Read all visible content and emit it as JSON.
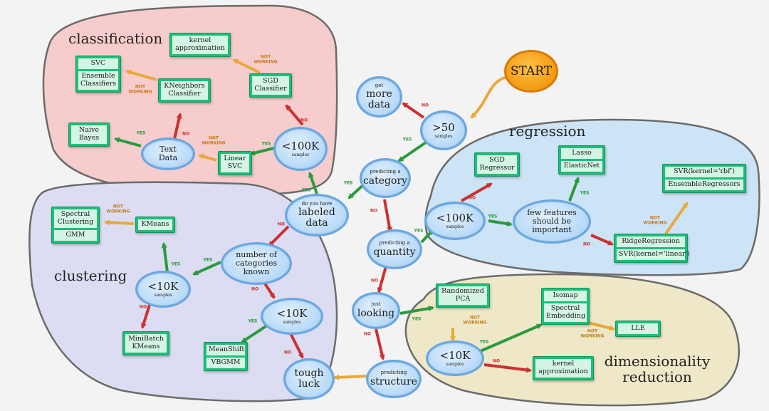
{
  "regions": {
    "classification": "classification",
    "clustering": "clustering",
    "regression": "regression",
    "dimensionality_reduction": "dimensionality reduction"
  },
  "nodes": {
    "start": "START",
    "more_data": {
      "small": "get",
      "text": "more\ndata"
    },
    "gt50": {
      "text": ">50",
      "sub": "samples"
    },
    "predicting_category": {
      "small": "predicting a",
      "text": "category"
    },
    "labeled_data": {
      "small": "do you have",
      "text": "labeled\ndata"
    },
    "predicting_quantity": {
      "small": "predicting a",
      "text": "quantity"
    },
    "just_looking": {
      "small": "just",
      "text": "looking"
    },
    "predicting_structure": {
      "small": "predicting",
      "text": "structure"
    },
    "tough_luck": {
      "text": "tough\nluck"
    },
    "cls_lt100k": {
      "text": "<100K",
      "sub": "samples"
    },
    "text_data": {
      "text": "Text\nData"
    },
    "num_categories": {
      "text": "number of\ncategories\nknown"
    },
    "clu_lt10k_left": {
      "text": "<10K",
      "sub": "samples"
    },
    "clu_lt10k_right": {
      "text": "<10K",
      "sub": "samples"
    },
    "reg_lt100k": {
      "text": "<100K",
      "sub": "samples"
    },
    "few_features": {
      "text": "few features\nshould be\nimportant"
    },
    "dim_lt10k": {
      "text": "<10K",
      "sub": "samples"
    }
  },
  "estimators": {
    "svc_ensemble": [
      "SVC",
      "Ensemble\nClassifiers"
    ],
    "kernel_approx_cls": [
      "kernel\napproximation"
    ],
    "kneighbors": [
      "KNeighbors\nClassifier"
    ],
    "sgd_classifier": [
      "SGD\nClassifier"
    ],
    "naive_bayes": [
      "Naive\nBayes"
    ],
    "linear_svc": [
      "Linear\nSVC"
    ],
    "spectral_gmm": [
      "Spectral\nClustering",
      "GMM"
    ],
    "kmeans": [
      "KMeans"
    ],
    "minibatch_kmeans": [
      "MiniBatch\nKMeans"
    ],
    "meanshift_vbgmm": [
      "MeanShift",
      "VBGMM"
    ],
    "sgd_regressor": [
      "SGD\nRegressor"
    ],
    "lasso_elasticnet": [
      "Lasso",
      "ElasticNet"
    ],
    "svr_ensemble": [
      "SVR(kernel='rbf')",
      "EnsembleRegressors"
    ],
    "ridge_svr_linear": [
      "RidgeRegression",
      "SVR(kernel='linear')"
    ],
    "randomized_pca": [
      "Randomized\nPCA"
    ],
    "isomap_spectral": [
      "Isomap",
      "Spectral\nEmbedding"
    ],
    "lle": [
      "LLE"
    ],
    "kernel_approx_dim": [
      "kernel\napproximation"
    ]
  },
  "edge_labels": {
    "yes": "YES",
    "no": "NO",
    "not_working": "NOT\nWORKING"
  },
  "colors": {
    "classification_fill": "#f7cccc",
    "clustering_fill": "#dcdcf2",
    "regression_fill": "#cde3f6",
    "dimred_fill": "#eee8c8",
    "region_stroke": "#6b6b6b",
    "estimator_green": "#1bbf7a",
    "decision_blue": "#bcdcf8",
    "start_orange": "#f39a10",
    "yes_arrow": "#2a9b3c",
    "no_arrow": "#cc3030",
    "not_working_arrow": "#e8a93a"
  }
}
